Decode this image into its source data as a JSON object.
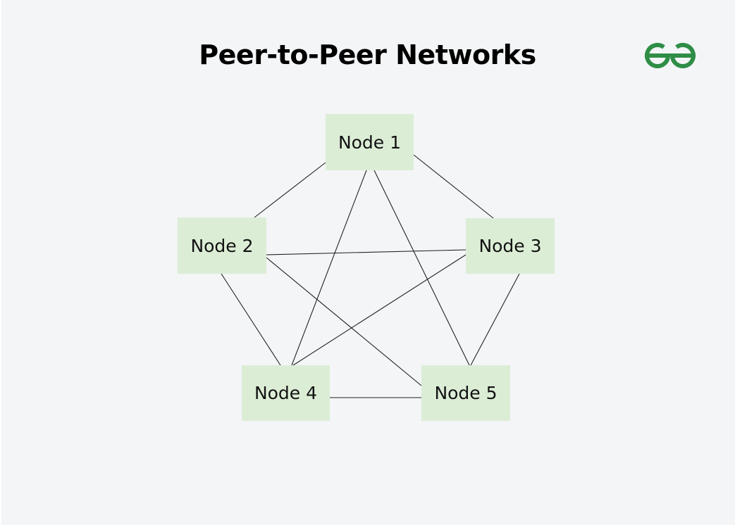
{
  "header": {
    "title": "Peer-to-Peer Networks",
    "logo_icon": "geeksforgeeks-logo-icon",
    "logo_color": "#2f8d46"
  },
  "diagram": {
    "node_fill": "#dcedd6",
    "edge_color": "#222222",
    "nodes": [
      {
        "id": "n1",
        "label": "Node 1"
      },
      {
        "id": "n2",
        "label": "Node 2"
      },
      {
        "id": "n3",
        "label": "Node 3"
      },
      {
        "id": "n4",
        "label": "Node 4"
      },
      {
        "id": "n5",
        "label": "Node 5"
      }
    ],
    "edges": [
      [
        "n1",
        "n2"
      ],
      [
        "n1",
        "n3"
      ],
      [
        "n1",
        "n4"
      ],
      [
        "n1",
        "n5"
      ],
      [
        "n2",
        "n3"
      ],
      [
        "n2",
        "n4"
      ],
      [
        "n2",
        "n5"
      ],
      [
        "n3",
        "n4"
      ],
      [
        "n3",
        "n5"
      ],
      [
        "n4",
        "n5"
      ]
    ]
  }
}
